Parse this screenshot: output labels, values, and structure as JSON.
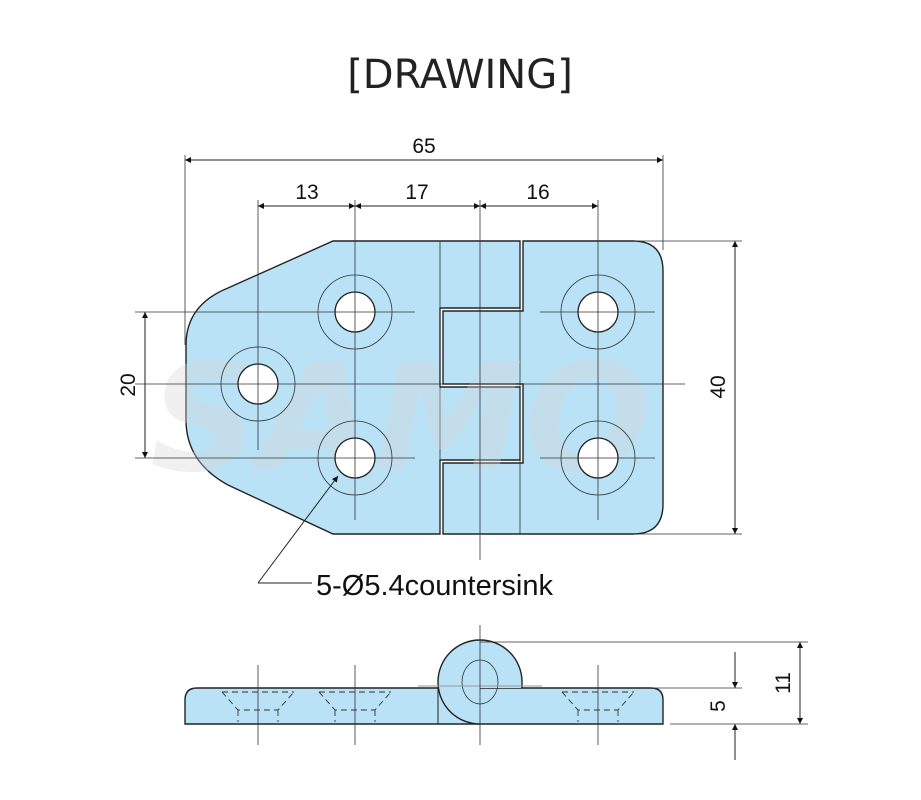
{
  "title": "[DRAWING]",
  "watermark": "SAMO",
  "colors": {
    "part_fill": "#b9e2f7",
    "line": "#222222"
  },
  "dimensions": {
    "overall_width": "65",
    "hole_spacing_1": "13",
    "hole_spacing_2": "17",
    "hole_spacing_3": "16",
    "left_hole_pitch": "20",
    "overall_height": "40",
    "leaf_thickness": "5",
    "knuckle_height": "11"
  },
  "hole_note": "5-Ø5.4countersink"
}
